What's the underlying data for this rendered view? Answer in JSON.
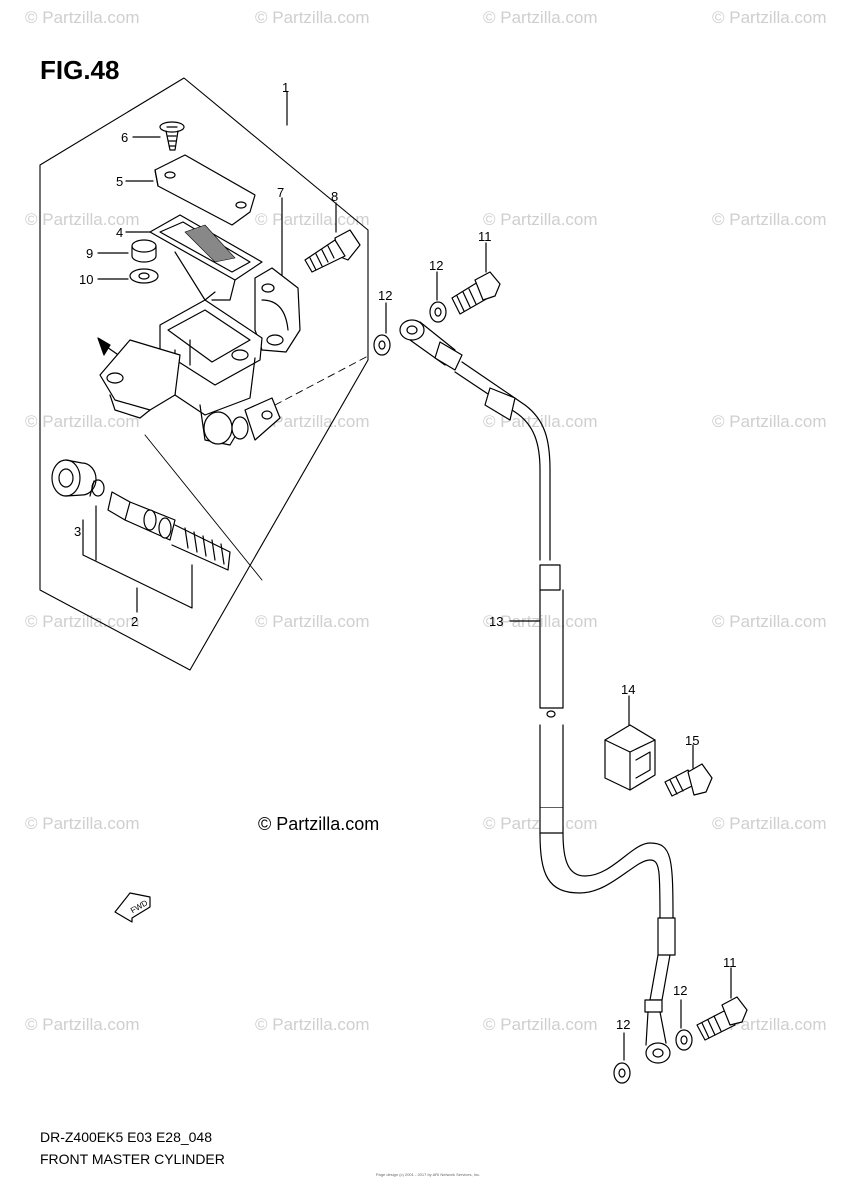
{
  "figure": "FIG.48",
  "copyright": "© Partzilla.com",
  "watermark": "© Partzilla.com",
  "model_code": "DR-Z400EK5 E03 E28_048",
  "title": "FRONT MASTER CYLINDER",
  "fwd_label": "FWD",
  "footer_small": "Page design (c) 2001 - 2017 by ARI Network Services, Inc.",
  "callouts": {
    "c1": "1",
    "c2": "2",
    "c3": "3",
    "c4": "4",
    "c5": "5",
    "c6": "6",
    "c7": "7",
    "c8": "8",
    "c9": "9",
    "c10": "10",
    "c11a": "11",
    "c11b": "11",
    "c12a": "12",
    "c12b": "12",
    "c12c": "12",
    "c12d": "12",
    "c13": "13",
    "c14": "14",
    "c15": "15"
  }
}
